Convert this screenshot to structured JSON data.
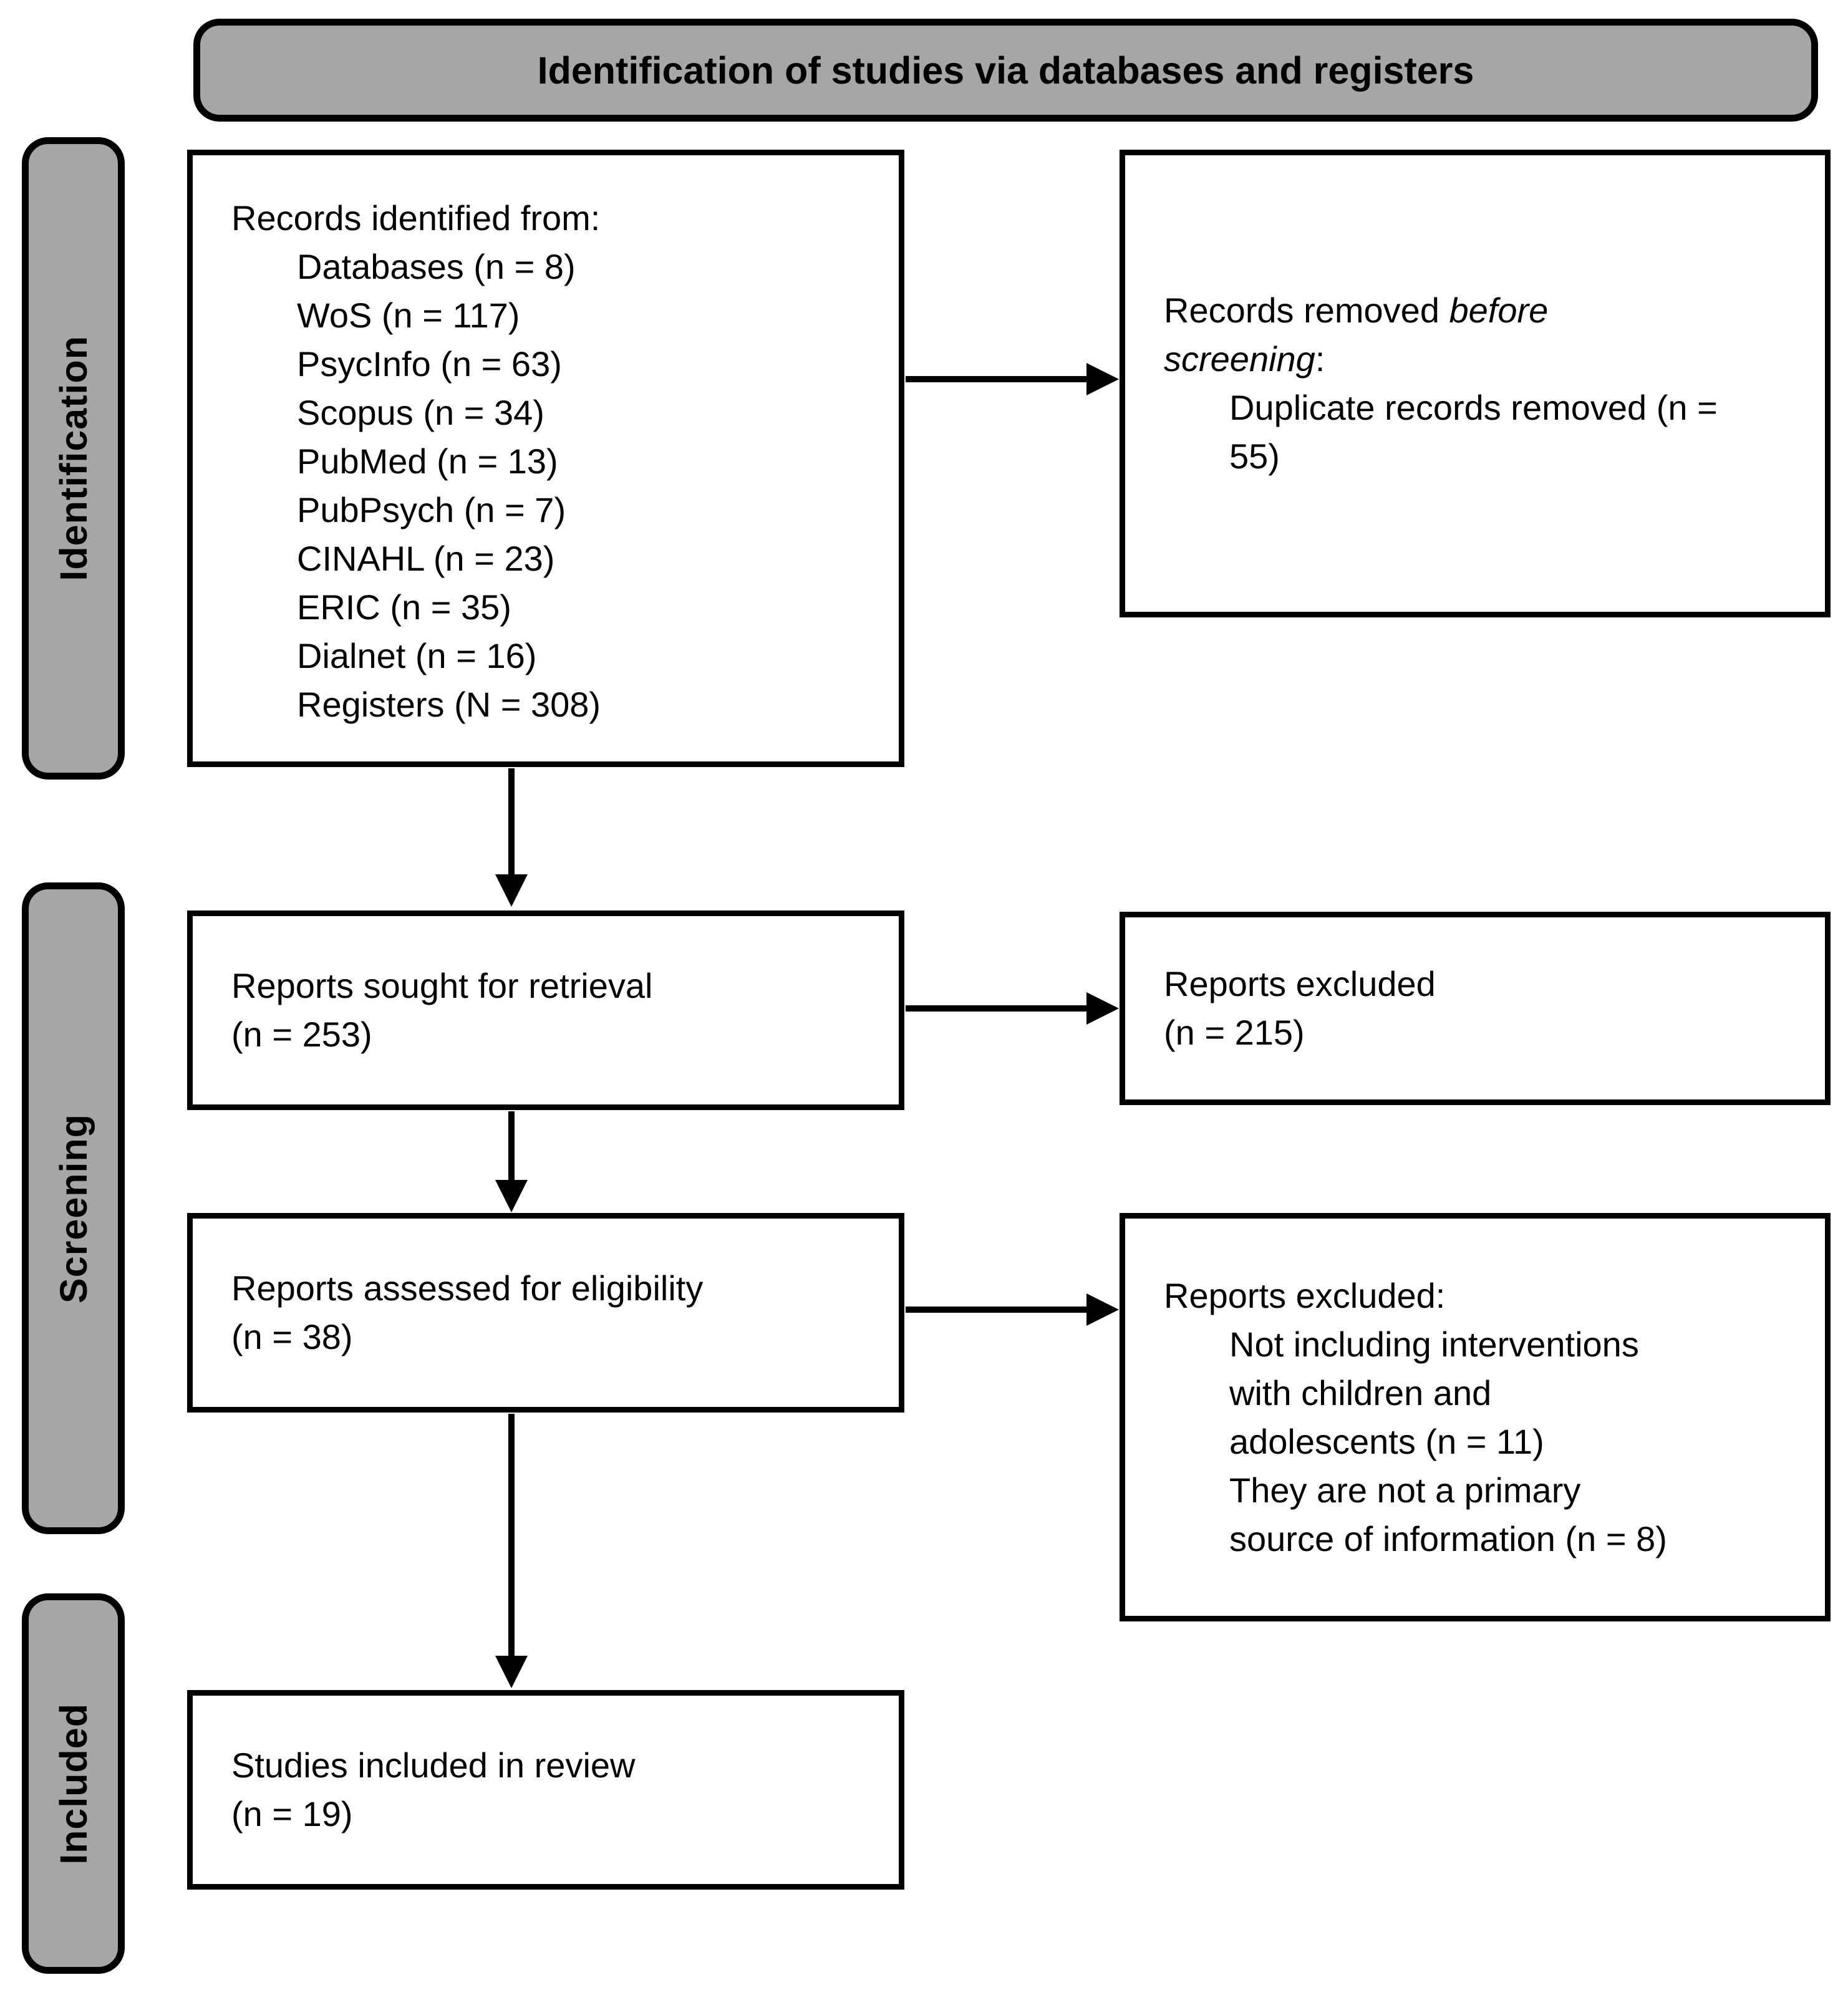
{
  "title": "Identification of studies via databases and registers",
  "sidebar": {
    "identification_label": "Identification",
    "screening_label": "Screening",
    "included_label": "Included"
  },
  "boxes": {
    "records_identified": {
      "heading": "Records identified from:",
      "items": [
        "Databases (n = 8)",
        "WoS (n = 117)",
        "PsycInfo (n = 63)",
        "Scopus (n = 34)",
        "PubMed (n = 13)",
        "PubPsych (n = 7)",
        "CINAHL (n = 23)",
        "ERIC (n = 35)",
        "Dialnet (n = 16)",
        "Registers (N = 308)"
      ]
    },
    "records_removed": {
      "heading_prefix": "Records removed ",
      "heading_italic": "before screening",
      "heading_suffix": ":",
      "items": [
        "Duplicate records removed (n = 55)"
      ]
    },
    "reports_sought": {
      "line1": "Reports sought for retrieval",
      "line2": "(n = 253)"
    },
    "reports_excluded": {
      "line1": "Reports excluded",
      "line2": "(n = 215)"
    },
    "reports_assessed": {
      "line1": "Reports assessed for eligibility",
      "line2": "(n = 38)"
    },
    "reports_excluded_reasons": {
      "heading": "Reports excluded:",
      "items": [
        "Not including interventions with children and adolescents (n = 11)",
        "They are not a primary source of information (n = 8)"
      ]
    },
    "studies_included": {
      "line1": "Studies included in review",
      "line2": "(n = 19)"
    }
  },
  "colors": {
    "band_fill": "#a6a6a6",
    "border": "#000000",
    "box_fill": "#ffffff",
    "text": "#000000",
    "background": "#ffffff"
  }
}
